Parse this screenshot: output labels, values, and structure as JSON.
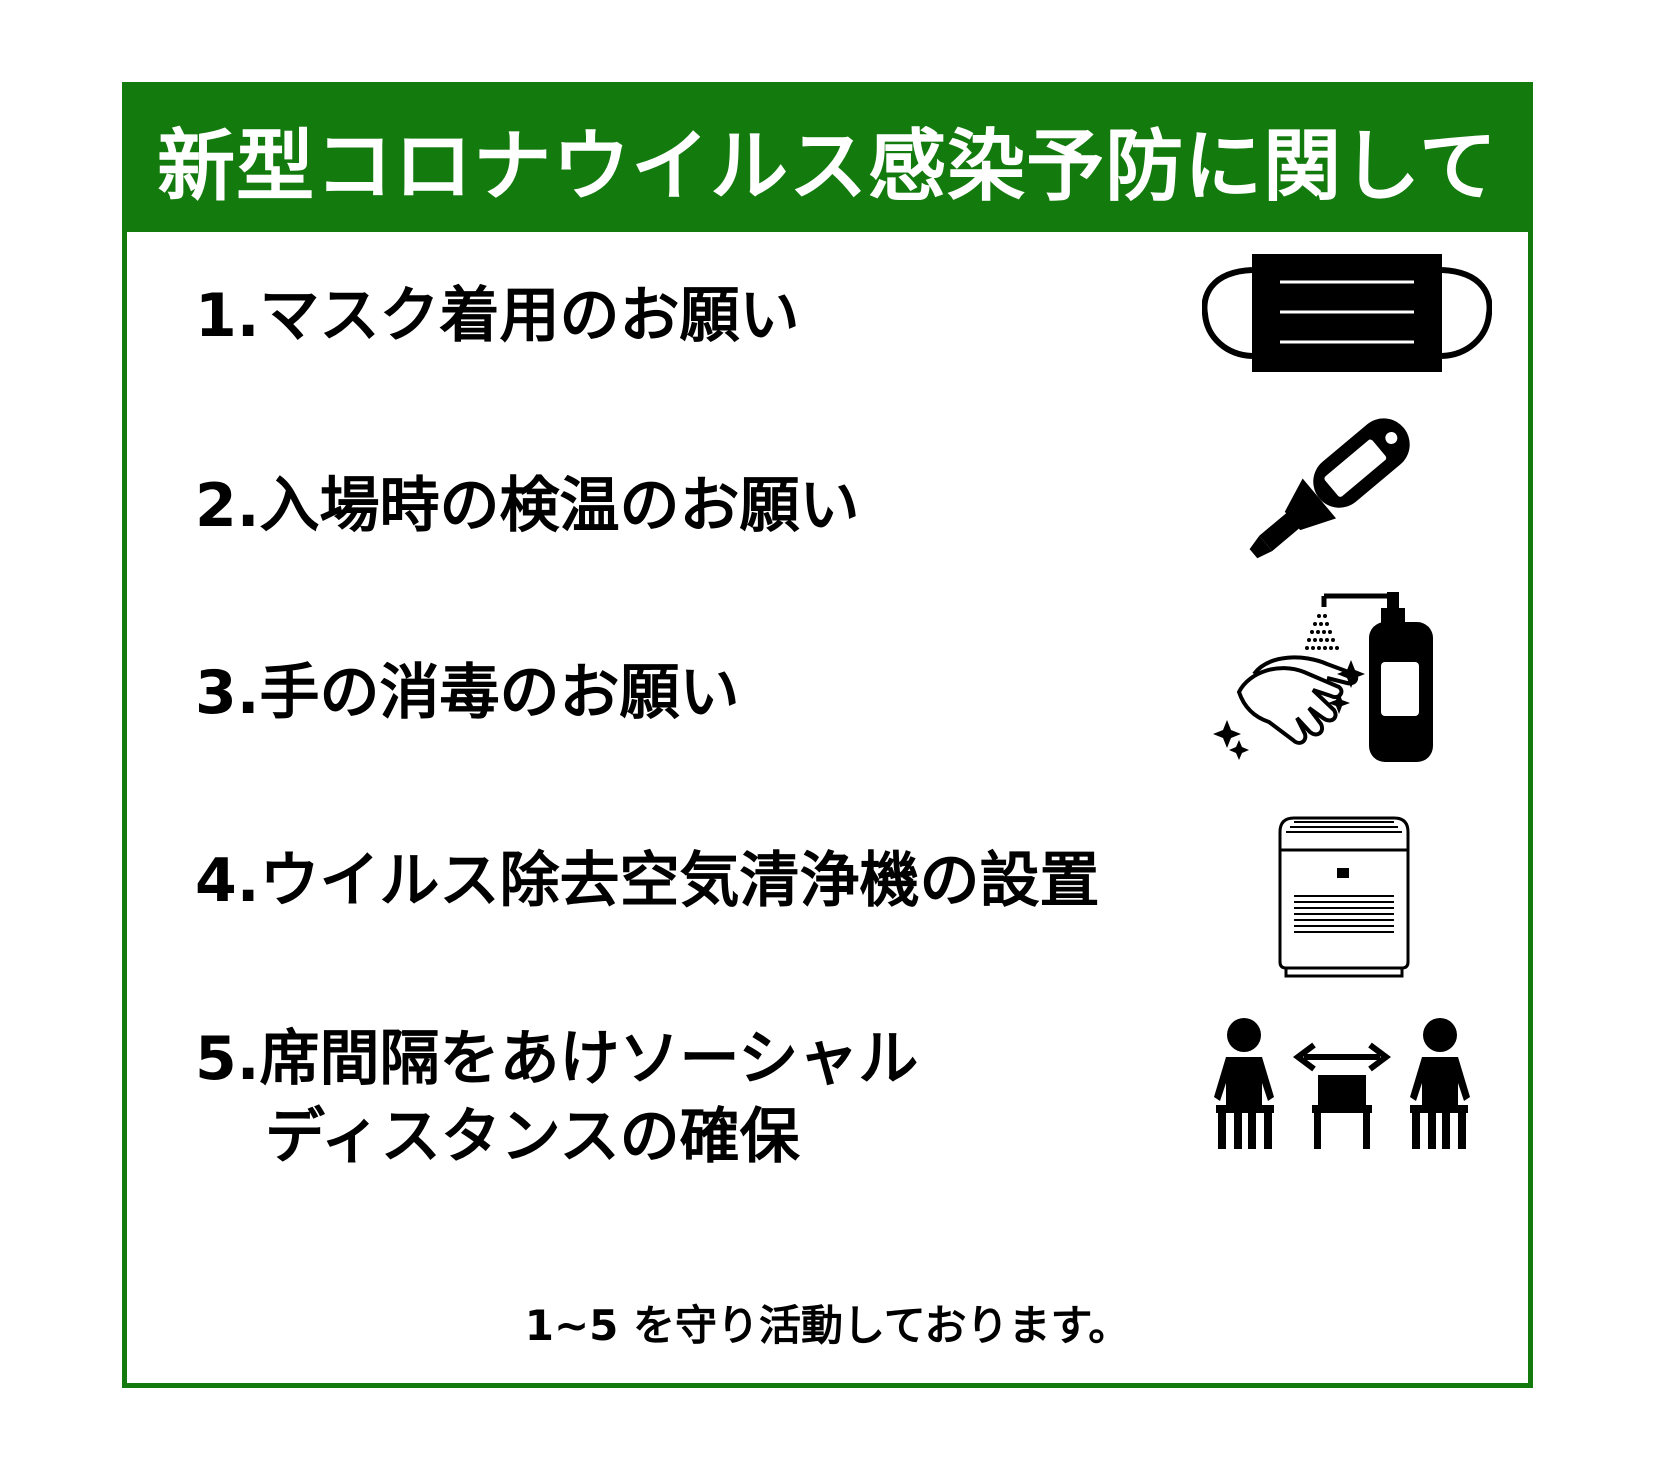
{
  "header": {
    "title": "新型コロナウイルス感染予防に関して"
  },
  "items": [
    {
      "number": "1.",
      "text": "マスク着用のお願い",
      "icon": "mask-icon"
    },
    {
      "number": "2.",
      "text": "入場時の検温のお願い",
      "icon": "thermometer-icon"
    },
    {
      "number": "3.",
      "text": "手の消毒のお願い",
      "icon": "hand-sanitizer-icon"
    },
    {
      "number": "4.",
      "text": "ウイルス除去空気清浄機の設置",
      "icon": "air-purifier-icon"
    },
    {
      "number": "5.",
      "text": "席間隔をあけソーシャル",
      "text2": "ディスタンスの確保",
      "icon": "social-distance-icon"
    }
  ],
  "footer_note": "1~5 を守り活動しております。",
  "colors": {
    "accent": "#137a0d",
    "background": "#ffffff",
    "text": "#000000"
  }
}
